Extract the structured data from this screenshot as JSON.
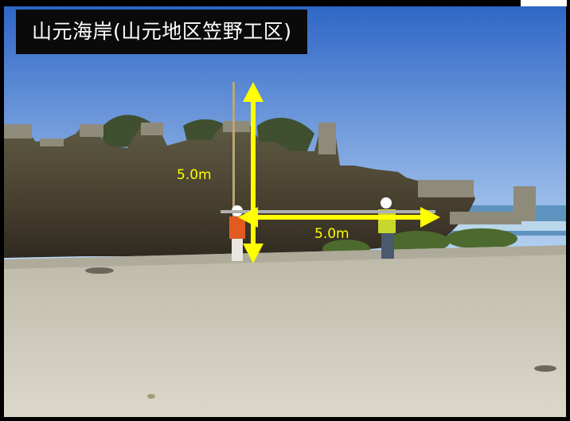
{
  "title": "山元海岸(山元地区笠野工区)",
  "measurements": {
    "vertical_label": "5.0m",
    "horizontal_label": "5.0m"
  },
  "colors": {
    "frame_background": "#000000",
    "title_background": "#0a0a0a",
    "title_text": "#ffffff",
    "arrow": "#ffff00",
    "sky_top": "#2f66c6",
    "sky_bottom": "#b9d5f3",
    "sand": "#cdcab9"
  },
  "icons": {
    "vertical_arrow": "double-arrow-vertical-icon",
    "horizontal_arrow": "double-arrow-horizontal-icon"
  }
}
